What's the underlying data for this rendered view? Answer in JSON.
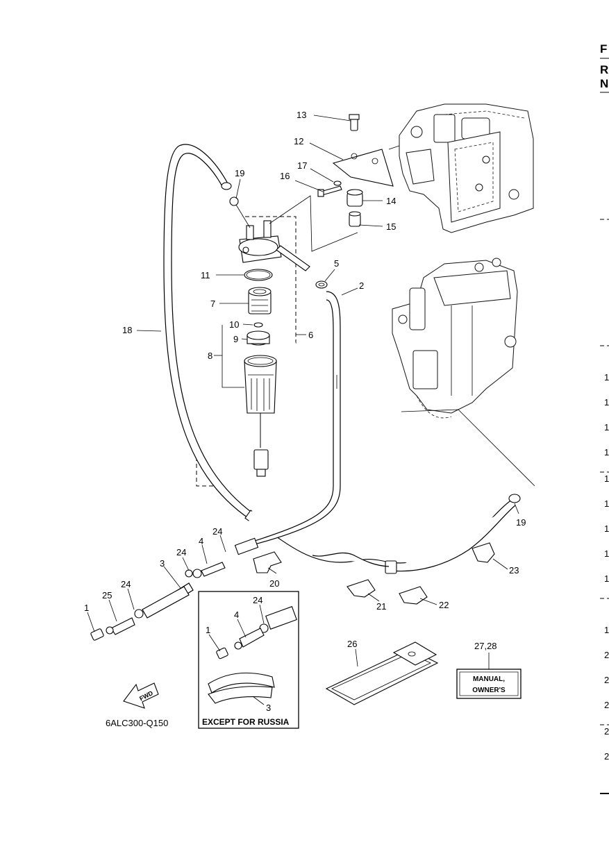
{
  "header": {
    "line1": "F",
    "line2": "R",
    "line3": "N"
  },
  "figure_code": "6ALC300-Q150",
  "fwd_label": "FWD",
  "russia_box_label": "EXCEPT FOR RUSSIA",
  "manual_label_line1": "MANUAL,",
  "manual_label_line2": "OWNER'S",
  "callouts": {
    "c1a": "1",
    "c1b": "1",
    "c2": "2",
    "c3a": "3",
    "c3b": "3",
    "c4a": "4",
    "c4b": "4",
    "c5": "5",
    "c6": "6",
    "c7": "7",
    "c8": "8",
    "c9": "9",
    "c10": "10",
    "c11": "11",
    "c12": "12",
    "c13": "13",
    "c14": "14",
    "c15": "15",
    "c16": "16",
    "c17": "17",
    "c18": "18",
    "c19a": "19",
    "c19b": "19",
    "c20": "20",
    "c21": "21",
    "c22": "22",
    "c23": "23",
    "c24a": "24",
    "c24b": "24",
    "c24c": "24",
    "c24d": "24",
    "c25": "25",
    "c26": "26",
    "c2728": "27,28"
  },
  "right_column": [
    "1",
    "1",
    "1",
    "1",
    "1",
    "1",
    "1",
    "1",
    "1",
    "1",
    "2",
    "2",
    "2",
    "2",
    "2"
  ]
}
